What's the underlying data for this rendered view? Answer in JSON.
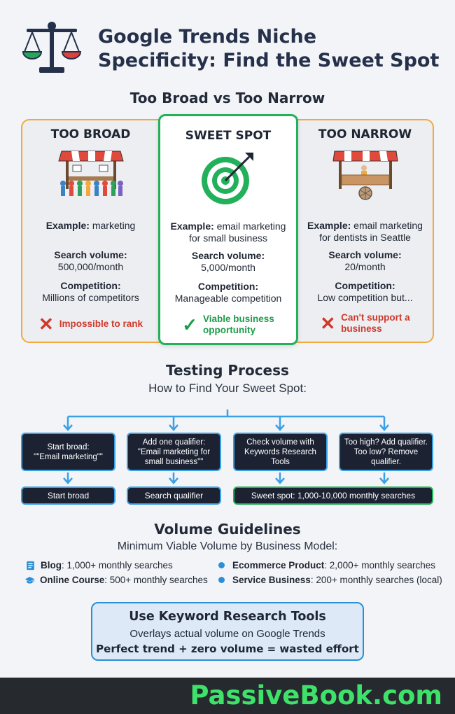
{
  "header": {
    "title_line1": "Google Trends Niche",
    "title_line2": "Specificity: Find the Sweet Spot",
    "icon": "balance-scale-icon"
  },
  "comparison": {
    "title": "Too Broad vs Too Narrow",
    "columns": [
      {
        "title": "TOO BROAD",
        "example_label": "Example:",
        "example": "marketing",
        "volume_label": "Search volume:",
        "volume": "500,000/month",
        "competition_label": "Competition:",
        "competition": "Millions of competitors",
        "verdict": "Impossible to rank",
        "icon": "crowded-market-stall-icon"
      },
      {
        "title": "SWEET SPOT",
        "example_label": "Example:",
        "example_line1": "email marketing",
        "example_line2": "for small business",
        "volume_label": "Search volume:",
        "volume": "5,000/month",
        "competition_label": "Competition:",
        "competition": "Manageable competition",
        "verdict_line1": "Viable business",
        "verdict_line2": "opportunity",
        "icon": "target-bullseye-icon"
      },
      {
        "title": "TOO NARROW",
        "example_label": "Example:",
        "example_line1": "email marketing",
        "example_line2": "for dentists in Seattle",
        "volume_label": "Search volume:",
        "volume": "20/month",
        "competition_label": "Competition:",
        "competition": "Low competition but...",
        "verdict_line1": "Can't support a",
        "verdict_line2": "business",
        "icon": "empty-market-stall-icon"
      }
    ],
    "colors": {
      "broad_border": "#f2a93b",
      "sweet_border": "#22b15a",
      "bad": "#d0382b",
      "good": "#1e9c4c"
    }
  },
  "process": {
    "title": "Testing Process",
    "subtitle": "How to Find Your Sweet Spot:",
    "steps": [
      {
        "line1": "Start broad:",
        "line2": "\"\"Email marketing\"\""
      },
      {
        "line1": "Add one qualifier:",
        "line2": "\"Email marketing for",
        "line3": "small business\"\""
      },
      {
        "line1": "Check volume with",
        "line2": "Keywords Research",
        "line3": "Tools"
      },
      {
        "line1": "Too high? Add qualifier.",
        "line2": "Too low? Remove qualifier."
      }
    ],
    "results": [
      "Start broad",
      "Search qualifier",
      "Sweet spot: 1,000-10,000 monthly searches"
    ]
  },
  "guidelines": {
    "title": "Volume Guidelines",
    "subtitle": "Minimum Viable Volume by Business Model:",
    "items": [
      {
        "label": "Blog",
        "value": ": 1,000+ monthly searches",
        "icon": "document-icon"
      },
      {
        "label": "Ecommerce Product",
        "value": ": 2,000+ monthly searches",
        "icon": "bullet-dot-icon"
      },
      {
        "label": "Online Course",
        "value": ": 500+ monthly searches",
        "icon": "graduation-cap-icon"
      },
      {
        "label": "Service Business",
        "value": ": 200+ monthly searches (local)",
        "icon": "bullet-dot-icon"
      }
    ]
  },
  "tools": {
    "title": "Use Keyword Research Tools",
    "subtitle": "Overlays actual volume on Google Trends",
    "emphasis": "Perfect trend + zero volume = wasted effort"
  },
  "footer": {
    "brand": "PassiveBook.com",
    "brand_color": "#3ee26a"
  }
}
